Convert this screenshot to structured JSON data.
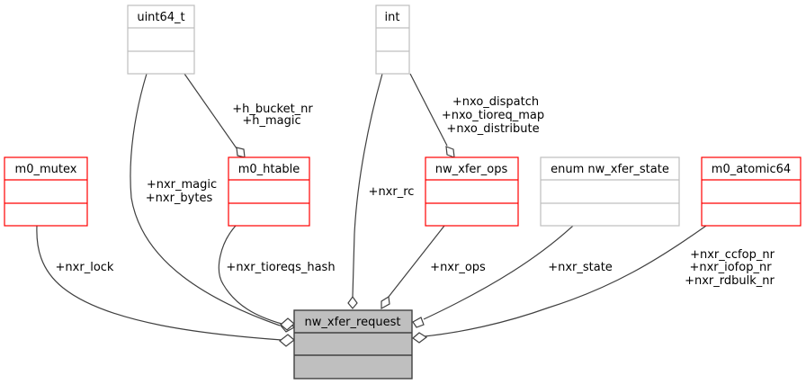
{
  "diagram": {
    "type": "collaboration-graph",
    "main_class": {
      "name": "nw_xfer_request",
      "fill": "#bfbfbf",
      "border": "#404040"
    },
    "classes": {
      "uint64_t": {
        "name": "uint64_t",
        "border": "#bfbfbf"
      },
      "int": {
        "name": "int",
        "border": "#bfbfbf"
      },
      "m0_mutex": {
        "name": "m0_mutex",
        "border": "#ff0000"
      },
      "m0_htable": {
        "name": "m0_htable",
        "border": "#ff0000"
      },
      "nw_xfer_ops": {
        "name": "nw_xfer_ops",
        "border": "#ff0000"
      },
      "nw_xfer_state": {
        "name": "enum nw_xfer_state",
        "border": "#bfbfbf"
      },
      "m0_atomic64": {
        "name": "m0_atomic64",
        "border": "#ff0000"
      }
    },
    "edges": {
      "uint64_to_htable": [
        "+h_bucket_nr",
        "+h_magic"
      ],
      "int_to_ops": [
        "+nxo_dispatch",
        "+nxo_tioreq_map",
        "+nxo_distribute"
      ],
      "mutex_to_req": [
        "+nxr_lock"
      ],
      "uint64_to_req": [
        "+nxr_magic",
        "+nxr_bytes"
      ],
      "htable_to_req": [
        "+nxr_tioreqs_hash"
      ],
      "int_to_req": [
        "+nxr_rc"
      ],
      "ops_to_req": [
        "+nxr_ops"
      ],
      "state_to_req": [
        "+nxr_state"
      ],
      "atomic_to_req": [
        "+nxr_ccfop_nr",
        "+nxr_iofop_nr",
        "+nxr_rdbulk_nr"
      ]
    }
  }
}
